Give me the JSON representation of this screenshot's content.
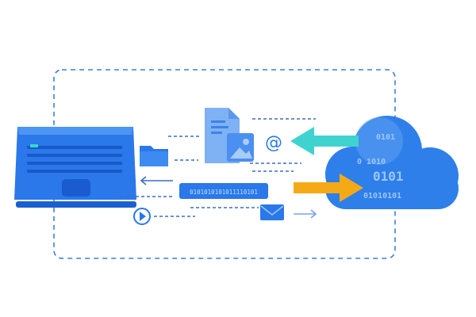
{
  "colors": {
    "primary_blue": "#1e6fe6",
    "light_blue": "#4a9af0",
    "cloud_blue": "#2e7fea",
    "cyan_arrow": "#3fd3d0",
    "orange_arrow": "#f6a916",
    "dashed_border": "#3f7fd6"
  },
  "icons": {
    "laptop": "laptop-icon",
    "cloud": "cloud-icon",
    "document": "document-icon",
    "image": "image-icon",
    "folder": "folder-icon",
    "email": "envelope-icon",
    "at": "at-sign-icon",
    "play": "play-icon"
  },
  "cloud": {
    "binary_rows": [
      "0101",
      "0 1010",
      "0101",
      "01010101"
    ]
  },
  "data_strip": {
    "text": "0101010101011110101"
  },
  "at_symbol": "@"
}
